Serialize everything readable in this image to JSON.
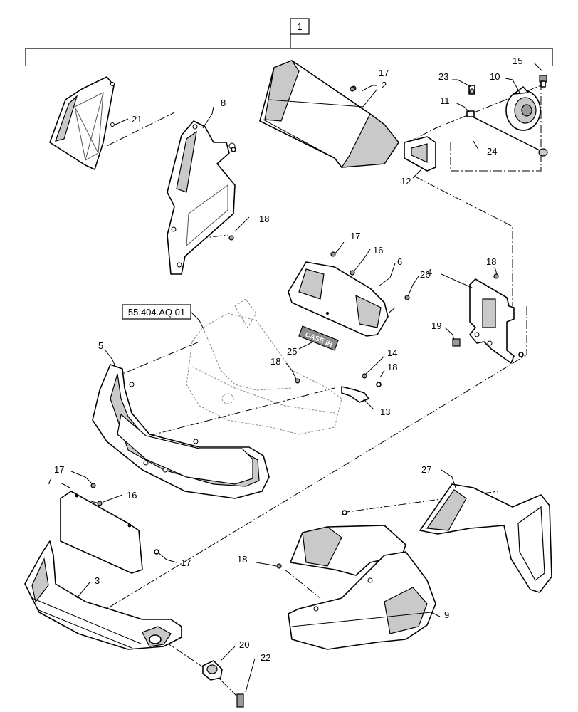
{
  "assembly": {
    "label": "1"
  },
  "reference": {
    "label": "55.404.AQ 01"
  },
  "logo": {
    "text": "CASE IH"
  },
  "callouts": [
    {
      "id": "c1",
      "text": "1"
    },
    {
      "id": "c2",
      "text": "2"
    },
    {
      "id": "c3",
      "text": "3"
    },
    {
      "id": "c4",
      "text": "4"
    },
    {
      "id": "c5",
      "text": "5"
    },
    {
      "id": "c6",
      "text": "6"
    },
    {
      "id": "c7",
      "text": "7"
    },
    {
      "id": "c8",
      "text": "8"
    },
    {
      "id": "c9",
      "text": "9"
    },
    {
      "id": "c10",
      "text": "10"
    },
    {
      "id": "c11",
      "text": "11"
    },
    {
      "id": "c12",
      "text": "12"
    },
    {
      "id": "c13",
      "text": "13"
    },
    {
      "id": "c14",
      "text": "14"
    },
    {
      "id": "c15",
      "text": "15"
    },
    {
      "id": "c16a",
      "text": "16"
    },
    {
      "id": "c16b",
      "text": "16"
    },
    {
      "id": "c17a",
      "text": "17"
    },
    {
      "id": "c17b",
      "text": "17"
    },
    {
      "id": "c17c",
      "text": "17"
    },
    {
      "id": "c17d",
      "text": "17"
    },
    {
      "id": "c18a",
      "text": "18"
    },
    {
      "id": "c18b",
      "text": "18"
    },
    {
      "id": "c18c",
      "text": "18"
    },
    {
      "id": "c18d",
      "text": "18"
    },
    {
      "id": "c18e",
      "text": "18"
    },
    {
      "id": "c19",
      "text": "19"
    },
    {
      "id": "c20",
      "text": "20"
    },
    {
      "id": "c21",
      "text": "21"
    },
    {
      "id": "c22",
      "text": "22"
    },
    {
      "id": "c23",
      "text": "23"
    },
    {
      "id": "c24",
      "text": "24"
    },
    {
      "id": "c25",
      "text": "25"
    },
    {
      "id": "c26",
      "text": "26"
    },
    {
      "id": "c27",
      "text": "27"
    }
  ]
}
